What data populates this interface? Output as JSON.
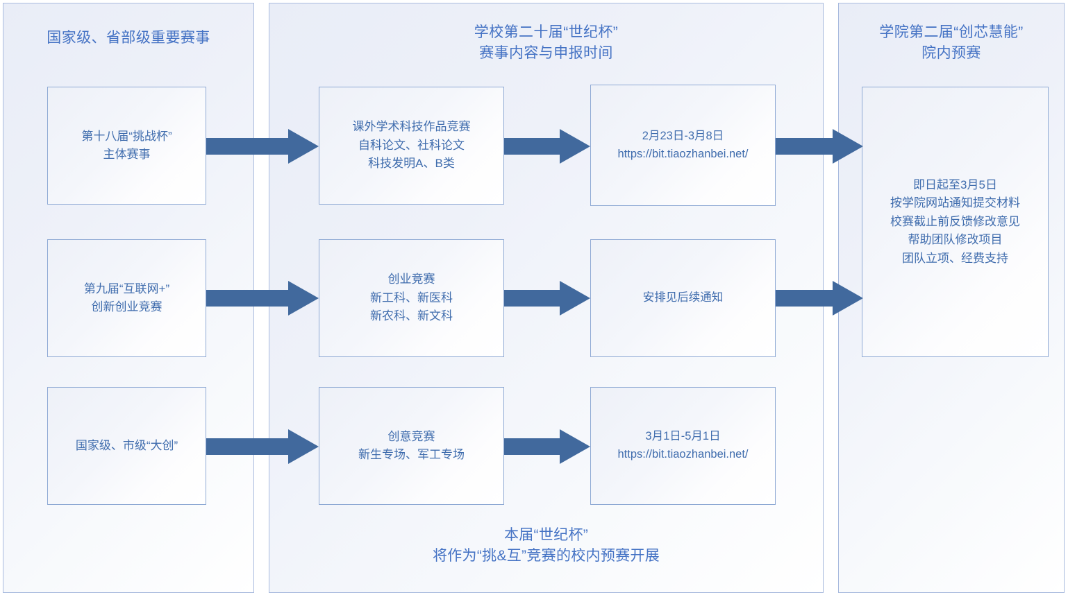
{
  "diagram": {
    "accent_color": "#3f6cad",
    "arrow_color": "#41699d",
    "panel_border_color": "#a8bade",
    "node_border_color": "#8ea9d4",
    "panels": [
      {
        "id": "national-provincial",
        "title": "国家级、省部级重要赛事",
        "nodes": [
          {
            "id": "challenge-cup",
            "text": "第十八届“挑战杯”\n主体赛事"
          },
          {
            "id": "internet-plus",
            "text": "第九届“互联网+”\n创新创业竞赛"
          },
          {
            "id": "dachuang",
            "text": "国家级、市级“大创”"
          }
        ]
      },
      {
        "id": "school-century-cup",
        "title": "学校第二十届“世纪杯”\n赛事内容与申报时间",
        "nodes": [
          {
            "id": "academic-sci-tech",
            "text": "课外学术科技作品竞赛\n自科论文、社科论文\n科技发明A、B类"
          },
          {
            "id": "entrepreneurship",
            "text": "创业竞赛\n新工科、新医科\n新农科、新文科"
          },
          {
            "id": "creative",
            "text": "创意竞赛\n新生专场、军工专场"
          }
        ],
        "date_nodes": [
          {
            "id": "date-academic",
            "text": "2月23日-3月8日\nhttps://bit.tiaozhanbei.net/"
          },
          {
            "id": "date-entrepreneurship",
            "text": "安排见后续通知"
          },
          {
            "id": "date-creative",
            "text": "3月1日-5月1日\nhttps://bit.tiaozhanbei.net/"
          }
        ],
        "footnote": "本届“世纪杯”\n将作为“挑&互”竞赛的校内预赛开展"
      },
      {
        "id": "college-preliminary",
        "title": "学院第二届“创芯慧能”\n院内预赛",
        "nodes": [
          {
            "id": "college-tasks",
            "text": "即日起至3月5日\n按学院网站通知提交材料\n校赛截止前反馈修改意见\n帮助团队修改项目\n团队立项、经费支持"
          }
        ]
      }
    ],
    "arrows": [
      {
        "id": "arrow-col1-to-col2-row1"
      },
      {
        "id": "arrow-col1-to-col2-row2"
      },
      {
        "id": "arrow-col1-to-col2-row3"
      },
      {
        "id": "arrow-col2-to-col3-row1"
      },
      {
        "id": "arrow-col2-to-col3-row2"
      },
      {
        "id": "arrow-col2-to-col3-row3"
      },
      {
        "id": "arrow-col3-to-col4-row1"
      },
      {
        "id": "arrow-col3-to-col4-row2"
      }
    ]
  }
}
